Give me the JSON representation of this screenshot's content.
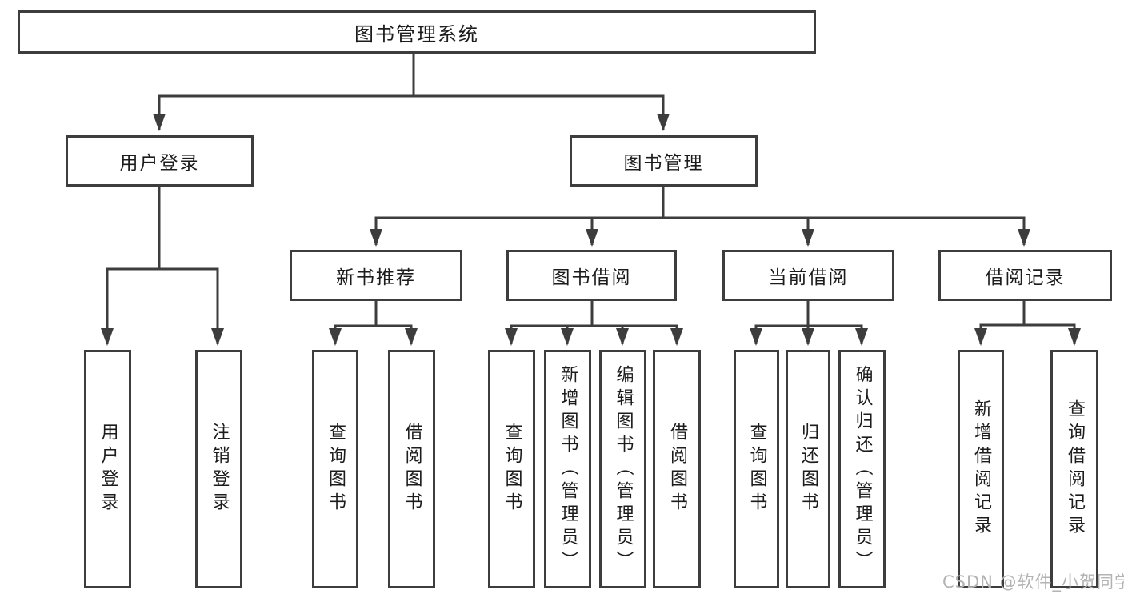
{
  "diagram_title": "图书管理系统",
  "nodes": {
    "root": "图书管理系统",
    "user_login": "用户登录",
    "book_management": "图书管理",
    "new_book_recommendation": "新书推荐",
    "book_borrowing": "图书借阅",
    "current_borrowing": "当前借阅",
    "borrowing_records": "借阅记录",
    "login": "用户登录",
    "logout": "注销登录",
    "rec_query_books": "查询图书",
    "rec_borrow_books": "借阅图书",
    "borrow_query_books": "查询图书",
    "borrow_add_book_admin": "新增图书（管理员）",
    "borrow_edit_book_admin": "编辑图书（管理员）",
    "borrow_borrow_books": "借阅图书",
    "current_query_books": "查询图书",
    "current_return_books": "归还图书",
    "current_confirm_return_admin": "确认归还（管理员）",
    "records_add_record": "新增借阅记录",
    "records_query_record": "查询借阅记录"
  },
  "hierarchy": {
    "root": [
      "user_login",
      "book_management"
    ],
    "user_login": [
      "login",
      "logout"
    ],
    "book_management": [
      "new_book_recommendation",
      "book_borrowing",
      "current_borrowing",
      "borrowing_records"
    ],
    "new_book_recommendation": [
      "rec_query_books",
      "rec_borrow_books"
    ],
    "book_borrowing": [
      "borrow_query_books",
      "borrow_add_book_admin",
      "borrow_edit_book_admin",
      "borrow_borrow_books"
    ],
    "current_borrowing": [
      "current_query_books",
      "current_return_books",
      "current_confirm_return_admin"
    ],
    "borrowing_records": [
      "records_add_record",
      "records_query_record"
    ]
  },
  "watermark": {
    "text": "CSDN @软件_小贺同学"
  },
  "colors": {
    "line": "#3d3d3d",
    "box_border": "#3d3d3d",
    "text": "#1c1c1c",
    "watermark": "#b3b3b3",
    "background": "#ffffff"
  }
}
